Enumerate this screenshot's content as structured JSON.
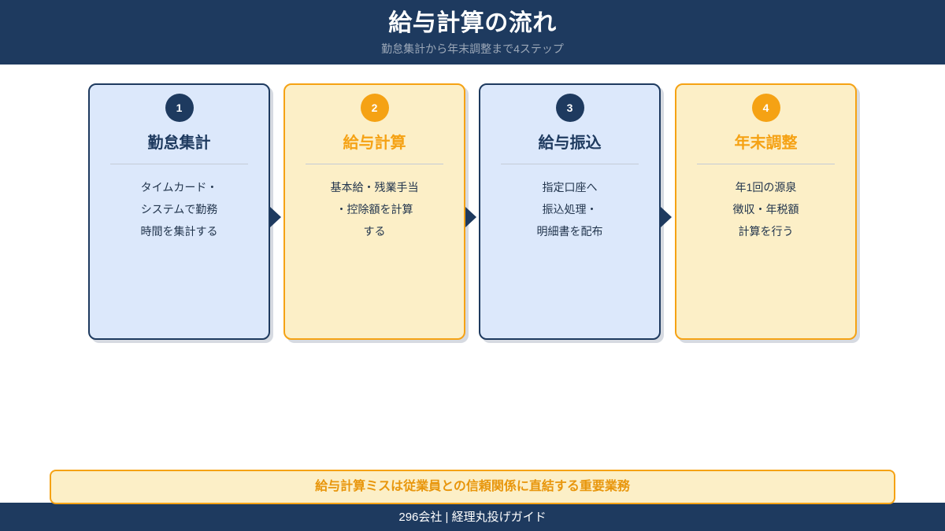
{
  "header": {
    "title": "給与計算の流れ",
    "subtitle": "勤怠集計から年末調整まで4ステップ",
    "background_color": "#1E3A5F",
    "title_color": "#FFFFFF",
    "subtitle_color": "#9CA8B8"
  },
  "steps": [
    {
      "number": "1",
      "title": "勤怠集計",
      "description": "タイムカード・\nシステムで勤務\n時間を集計する",
      "theme": "blue",
      "background_color": "#DCE8FB",
      "border_color": "#1E3A5F",
      "badge_color": "#1E3A5F",
      "title_color": "#1E3A5F"
    },
    {
      "number": "2",
      "title": "給与計算",
      "description": "基本給・残業手当\n・控除額を計算\nする",
      "theme": "amber",
      "background_color": "#FCEFC7",
      "border_color": "#F5A214",
      "badge_color": "#F5A214",
      "title_color": "#F5A214"
    },
    {
      "number": "3",
      "title": "給与振込",
      "description": "指定口座へ\n振込処理・\n明細書を配布",
      "theme": "blue",
      "background_color": "#DCE8FB",
      "border_color": "#1E3A5F",
      "badge_color": "#1E3A5F",
      "title_color": "#1E3A5F"
    },
    {
      "number": "4",
      "title": "年末調整",
      "description": "年1回の源泉\n徴収・年税額\n計算を行う",
      "theme": "amber",
      "background_color": "#FCEFC7",
      "border_color": "#F5A214",
      "badge_color": "#F5A214",
      "title_color": "#F5A214"
    }
  ],
  "connectors": [
    {
      "icon": "arrow-right-icon",
      "color": "#1E3A5F"
    },
    {
      "icon": "arrow-right-icon",
      "color": "#1E3A5F"
    },
    {
      "icon": "arrow-right-icon",
      "color": "#1E3A5F"
    }
  ],
  "banner": {
    "text": "給与計算ミスは従業員との信頼関係に直結する重要業務",
    "text_color": "#E8960C",
    "background_color": "#FCEFC7",
    "border_color": "#F5A214"
  },
  "footer": {
    "text": "296会社 | 経理丸投げガイド",
    "background_color": "#1E3A5F",
    "text_color": "#FFFFFF"
  }
}
